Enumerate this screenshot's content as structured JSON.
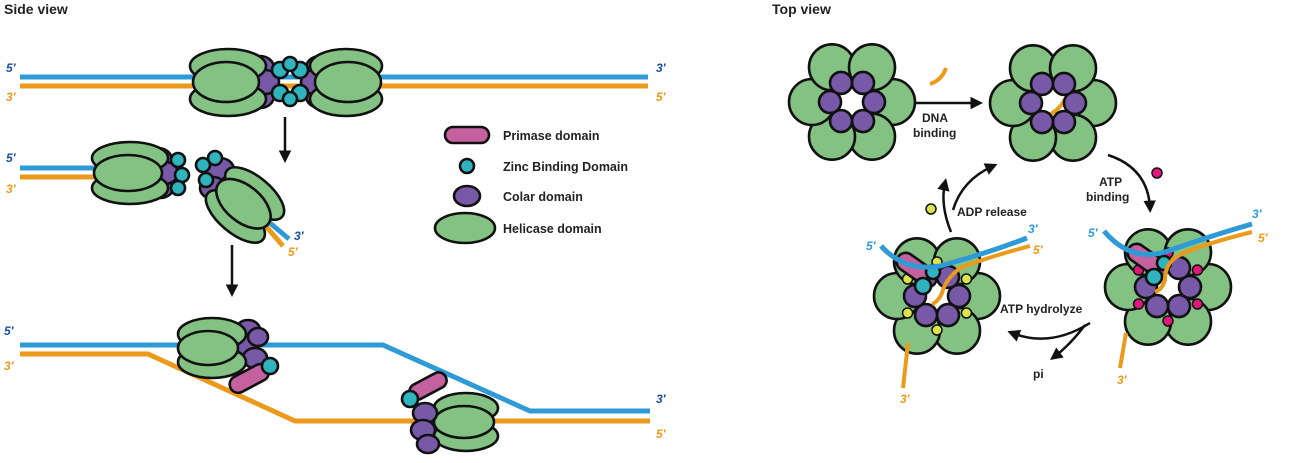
{
  "colors": {
    "leading_strand": "#2e9bd6",
    "lagging_strand": "#ec9a1c",
    "end_label_blue": "#1d4fa0",
    "end_label_orange": "#ec9a1c",
    "helicase": "#84c283",
    "colar": "#7759a8",
    "zinc": "#2fb3bd",
    "primase": "#c4619e",
    "atp": "#e0187c",
    "adp": "#dde34a",
    "outline": "#111111"
  },
  "side_view": {
    "title": "Side view",
    "row1": {
      "left_top": "5′",
      "left_bottom": "3′",
      "right_top": "3′",
      "right_bottom": "5′"
    },
    "row2": {
      "left_top": "5′",
      "left_bottom": "3′",
      "tail_top": "3′",
      "tail_bottom": "5′"
    },
    "row3": {
      "left_top": "5′",
      "left_bottom": "3′",
      "right_top": "3′",
      "right_bottom": "5′"
    }
  },
  "legend": {
    "items": [
      {
        "label": "Primase domain",
        "shape": "primase-capsule"
      },
      {
        "label": "Zinc Binding Domain",
        "shape": "zinc-circle"
      },
      {
        "label": "Colar domain",
        "shape": "colar-oval"
      },
      {
        "label": "Helicase domain",
        "shape": "helicase-ellipse"
      }
    ]
  },
  "top_view": {
    "title": "Top view",
    "steps": {
      "dna_binding": [
        "DNA",
        "binding"
      ],
      "atp_binding": [
        "ATP",
        "binding"
      ],
      "atp_hydrolyze": "ATP hydrolyze",
      "pi": "pi",
      "adp_release": "ADP release"
    },
    "state_atp": {
      "top_left": "5′",
      "top_right": "3′",
      "right": "5′",
      "bottom": "3′"
    },
    "state_adp": {
      "top_left": "5′",
      "top_right": "3′",
      "right": "5′",
      "bottom": "3′"
    }
  }
}
